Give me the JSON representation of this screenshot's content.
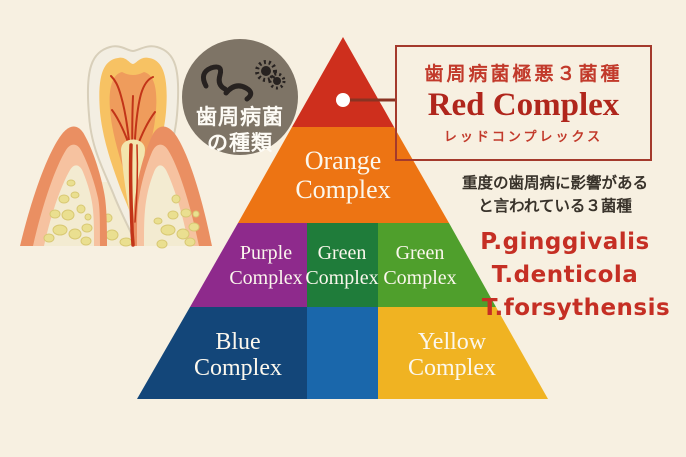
{
  "colors": {
    "background": "#f7f0e1",
    "red": "#ce2f1d",
    "orange": "#ed7413",
    "purple": "#8e2a8c",
    "green_dark": "#1f7c3a",
    "green_light": "#4f9f2c",
    "blue_navy": "#134679",
    "blue_bright": "#1a67ab",
    "yellow": "#f0b322",
    "circle_bg": "#7e7466",
    "connector": "#8a3322",
    "box_border": "#a43a2c",
    "accent_red": "#c23a2b",
    "red_complex_text": "#b0261c",
    "species_red": "#c52f24",
    "body_text": "#39332b",
    "pyramid_label": "#fbf7ed"
  },
  "badge_circle": {
    "label": "歯周病菌\nの種類"
  },
  "pyramid": {
    "orange_label": "Orange\nComplex",
    "purple_label": "Purple\nComplex",
    "green_mid_label": "Green\nComplex",
    "green_right_label": "Green\nComplex",
    "blue_label": "Blue\nComplex",
    "yellow_label": "Yellow\nComplex"
  },
  "callout_box": {
    "title_ja": "歯周病菌極悪３菌種",
    "title_en": "Red Complex",
    "subtitle_kana": "レッドコンプレックス"
  },
  "description": {
    "line1": "重度の歯周病に影響がある",
    "line2": "と言われている３菌種"
  },
  "species": [
    "P.ginggivalis",
    "T.denticola",
    "T.forsythensis"
  ]
}
